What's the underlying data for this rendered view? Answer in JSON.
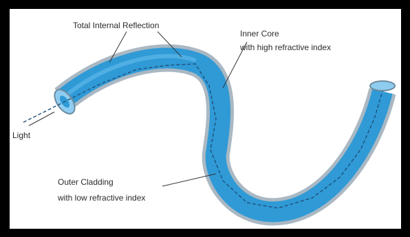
{
  "diagram": {
    "labels": {
      "total_internal_reflection": "Total Internal Reflection",
      "inner_core_line1": "Inner Core",
      "inner_core_line2": "with high refractive index",
      "light": "Light",
      "outer_cladding_line1": "Outer Cladding",
      "outer_cladding_line2": "with low refractive index"
    },
    "colors": {
      "frame": "#000000",
      "background": "#ffffff",
      "cladding": "#aab8c3",
      "core": "#2f9ad6",
      "core_highlight": "#5db8ea",
      "ray": "#1f4f7a",
      "leader_line": "#333333",
      "text": "#2b2b2b"
    }
  }
}
